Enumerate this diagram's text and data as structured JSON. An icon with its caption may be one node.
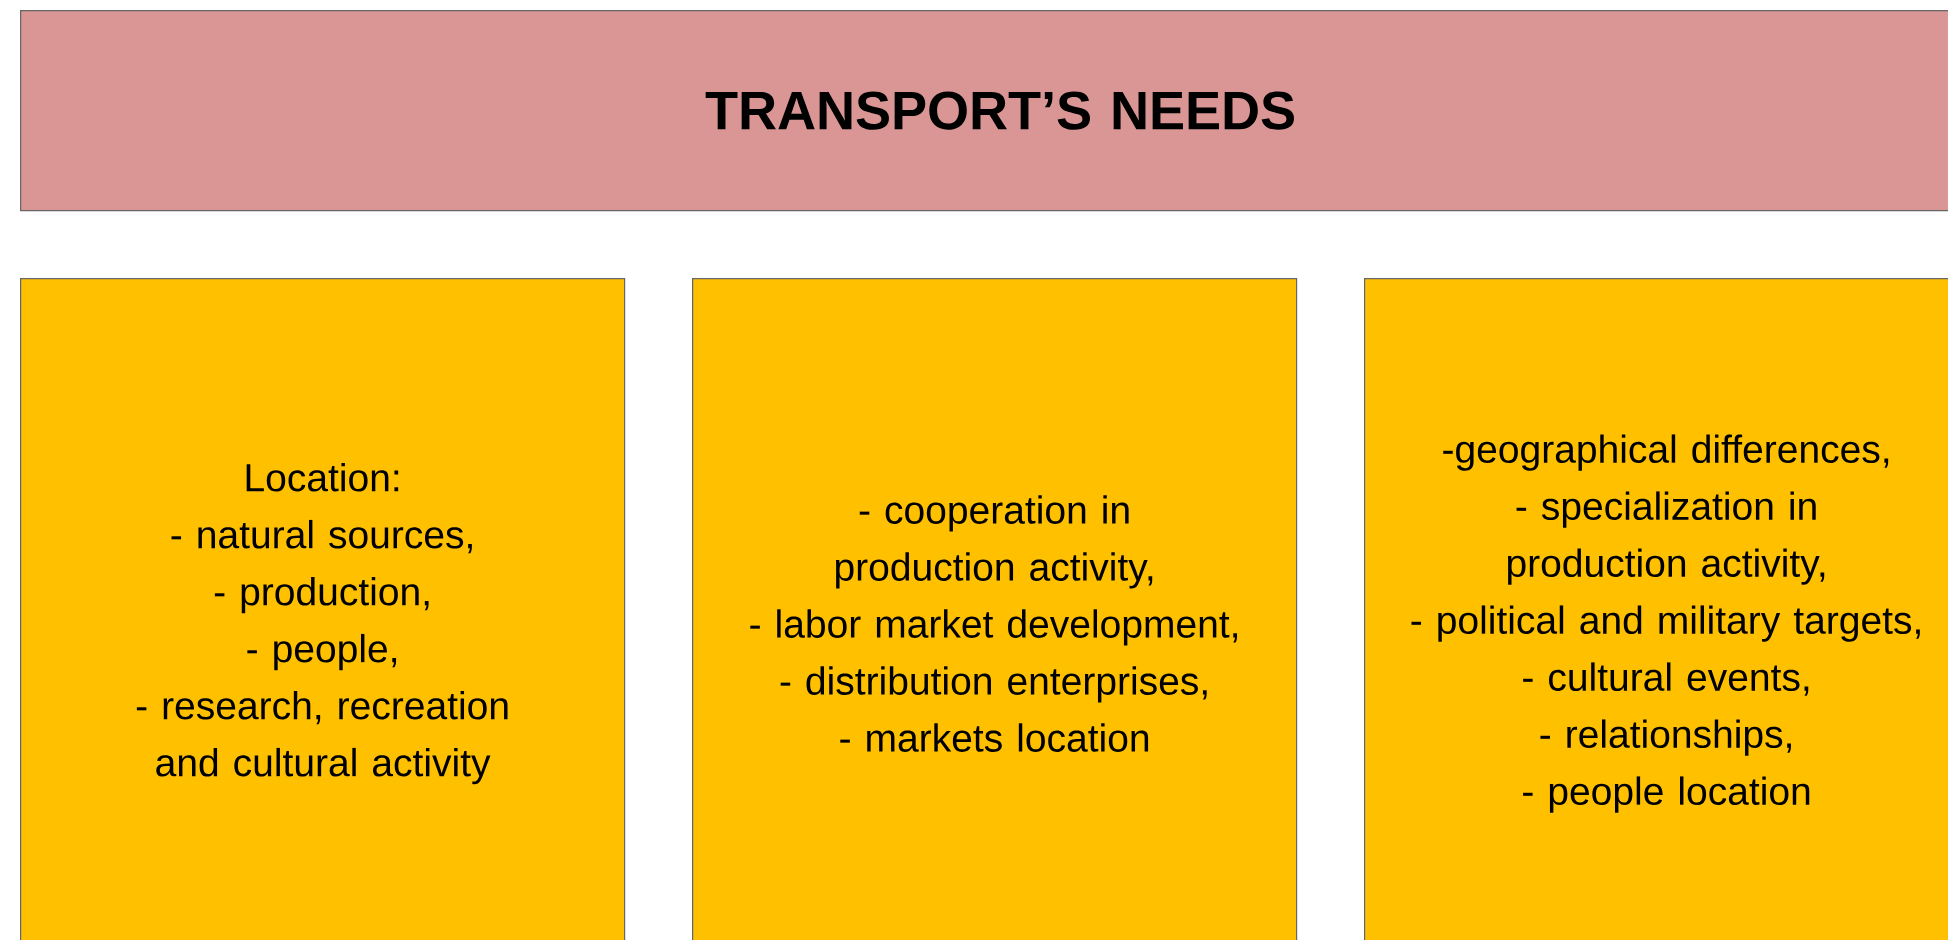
{
  "diagram": {
    "nodes": [
      {
        "text": [
          "TRANSPORT’S NEEDS"
        ]
      },
      {
        "text": [
          "Location:",
          "- natural sources,",
          "- production,",
          "- people,",
          "- research, recreation and cultural activity"
        ]
      },
      {
        "text": [
          "- cooperation in production activity,",
          "- labor market development,",
          "- distribution enterprises,",
          "- markets location"
        ]
      },
      {
        "text": [
          "-geographical differences,",
          "- specialization in production activity,",
          "- political and military targets,",
          "- cultural events,",
          "- relationships,",
          "- people location"
        ]
      }
    ]
  }
}
